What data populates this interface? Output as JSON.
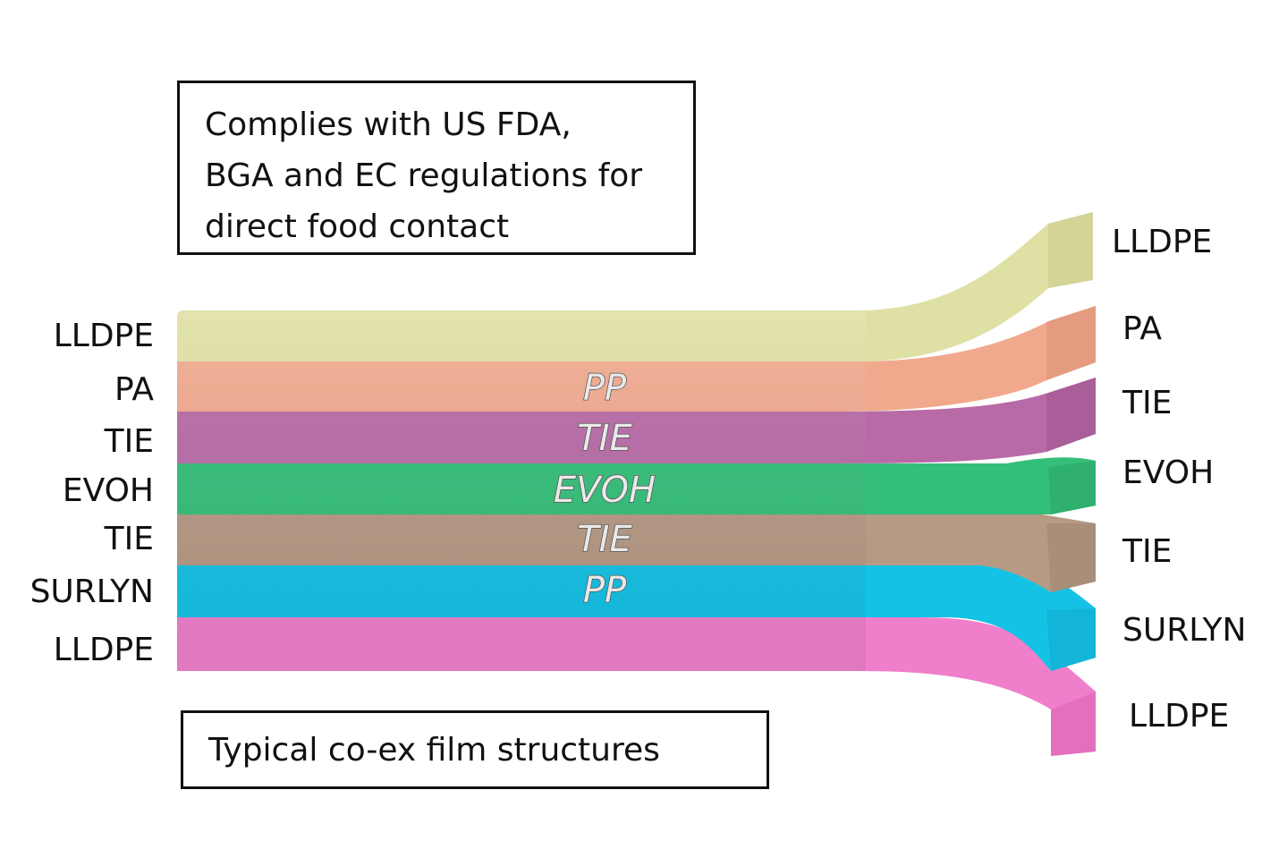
{
  "notes": {
    "compliance_lines": [
      "Complies with US FDA,",
      "BGA and EC regulations for",
      "direct food contact"
    ],
    "caption": "Typical co-ex film structures"
  },
  "left_layers": [
    {
      "label": "LLDPE",
      "color": "#dfe0a4"
    },
    {
      "label": "PA",
      "color": "#f0a98d"
    },
    {
      "label": "TIE",
      "color": "#b86aa7"
    },
    {
      "label": "EVOH",
      "color": "#33bf79"
    },
    {
      "label": "TIE",
      "color": "#b69a84"
    },
    {
      "label": "SURLYN",
      "color": "#14c2e6"
    },
    {
      "label": "LLDPE",
      "color": "#f07fcb"
    }
  ],
  "inner_labels": [
    "PP",
    "TIE",
    "EVOH",
    "TIE",
    "PP"
  ],
  "right_layers": [
    {
      "label": "LLDPE"
    },
    {
      "label": "PA"
    },
    {
      "label": "TIE"
    },
    {
      "label": "EVOH"
    },
    {
      "label": "TIE"
    },
    {
      "label": "SURLYN"
    },
    {
      "label": "LLDPE"
    }
  ]
}
